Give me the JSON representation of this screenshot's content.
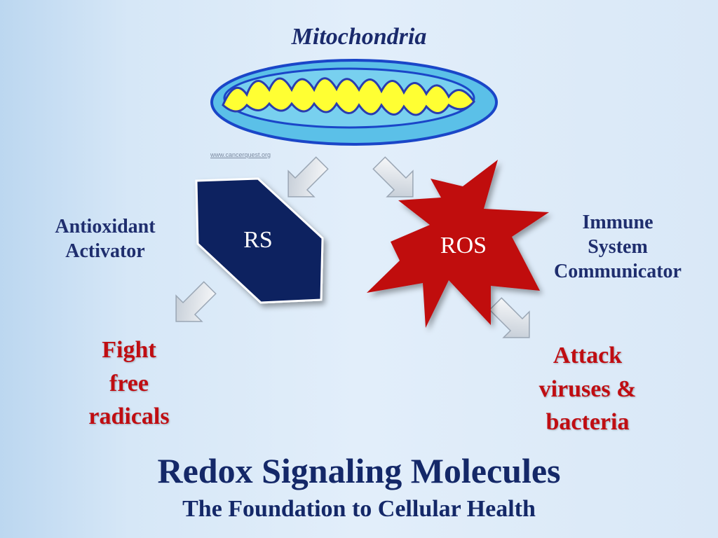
{
  "diagram": {
    "top_label": "Mitochondria",
    "watermark": "www.cancerquest.org",
    "rs_node": {
      "label": "RS",
      "role_label": [
        "Antioxidant",
        "Activator"
      ],
      "outcome": [
        "Fight",
        "free",
        "radicals"
      ]
    },
    "ros_node": {
      "label": "ROS",
      "role_label": [
        "Immune",
        "System",
        "Communicator"
      ],
      "outcome": [
        "Attack",
        "viruses &",
        "bacteria"
      ]
    },
    "title": "Redox Signaling Molecules",
    "subtitle": "The Foundation to Cellular Health"
  },
  "colors": {
    "title": "#142868",
    "outcome": "#c00d12",
    "rs_fill": "#0d2260",
    "ros_fill": "#c0080f",
    "mito_outer": "#5bc0e8",
    "mito_inner": "#ffff00",
    "arrow": "#cfd6df"
  }
}
